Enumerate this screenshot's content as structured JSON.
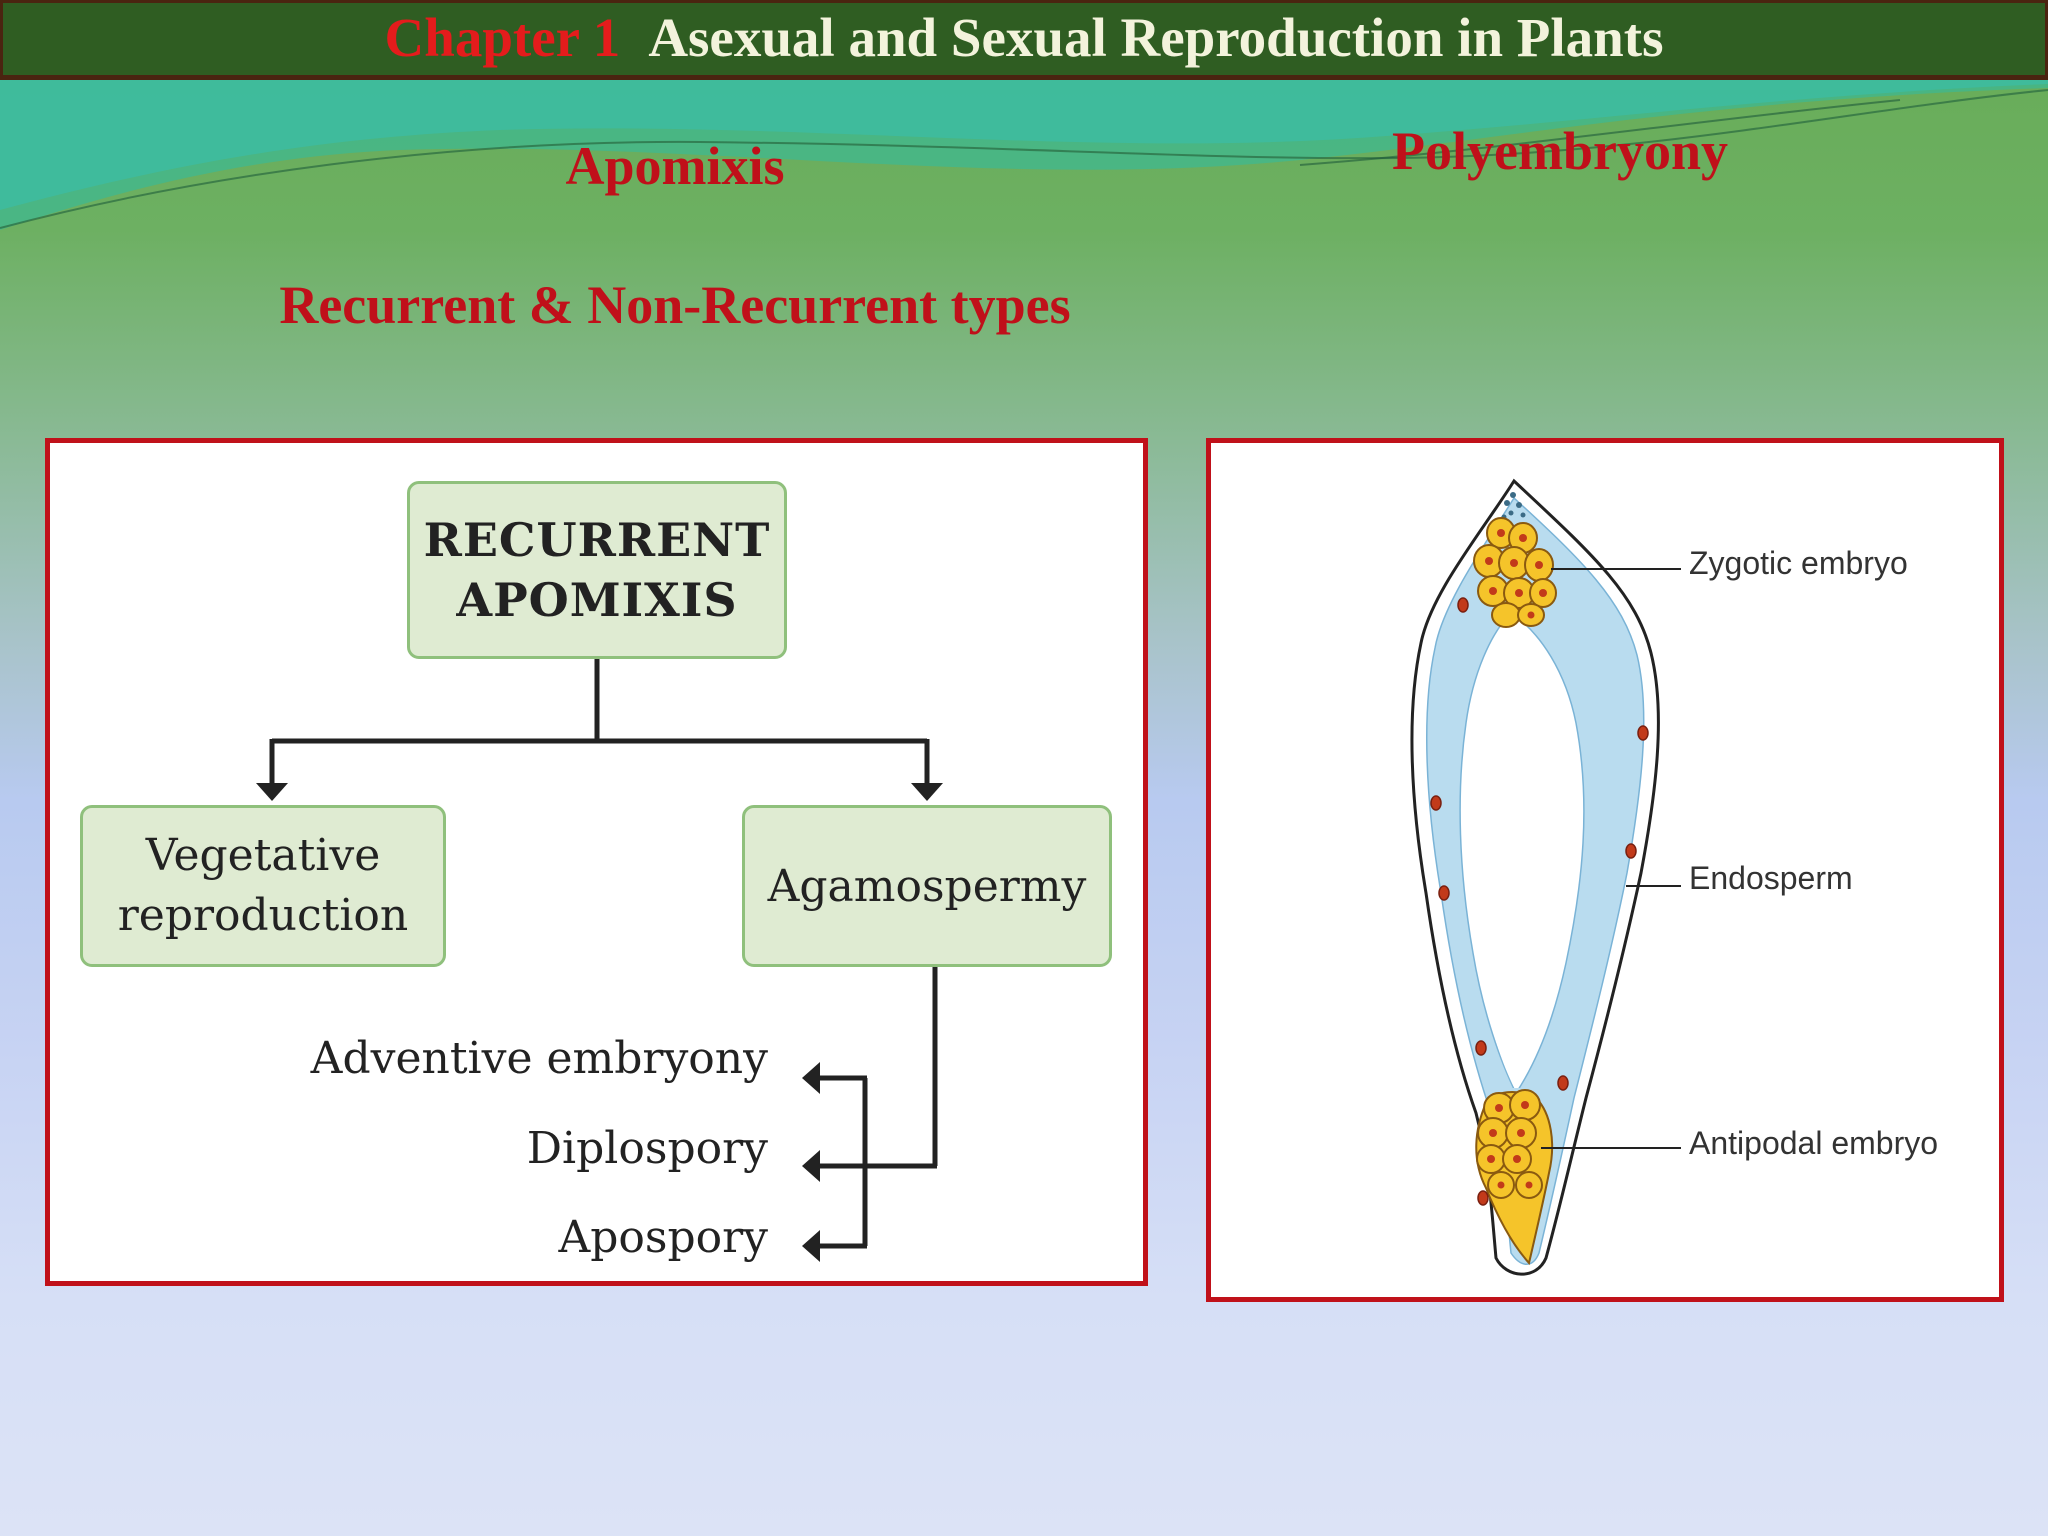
{
  "header": {
    "chapter": "Chapter  1",
    "title": "Asexual and Sexual Reproduction in Plants"
  },
  "headings": {
    "apomixis": "Apomixis",
    "polyembryony": "Polyembryony",
    "types": "Recurrent & Non-Recurrent types"
  },
  "flowchart": {
    "root": "RECURRENT\nAPOMIXIS",
    "vegetative": "Vegetative\nreproduction",
    "agamospermy": "Agamospermy",
    "sub_items": [
      "Adventive embryony",
      "Diplospory",
      "Apospory"
    ]
  },
  "embryo_diagram": {
    "labels": [
      "Zygotic embryo",
      "Endosperm",
      "Antipodal embryo"
    ]
  },
  "colors": {
    "header_bg": "#2f5d22",
    "heading_red": "#c0101a",
    "panel_border": "#c0111a",
    "box_fill": "#dfebd2",
    "box_border": "#8fc07c",
    "embryo_yellow": "#f5c42a"
  }
}
